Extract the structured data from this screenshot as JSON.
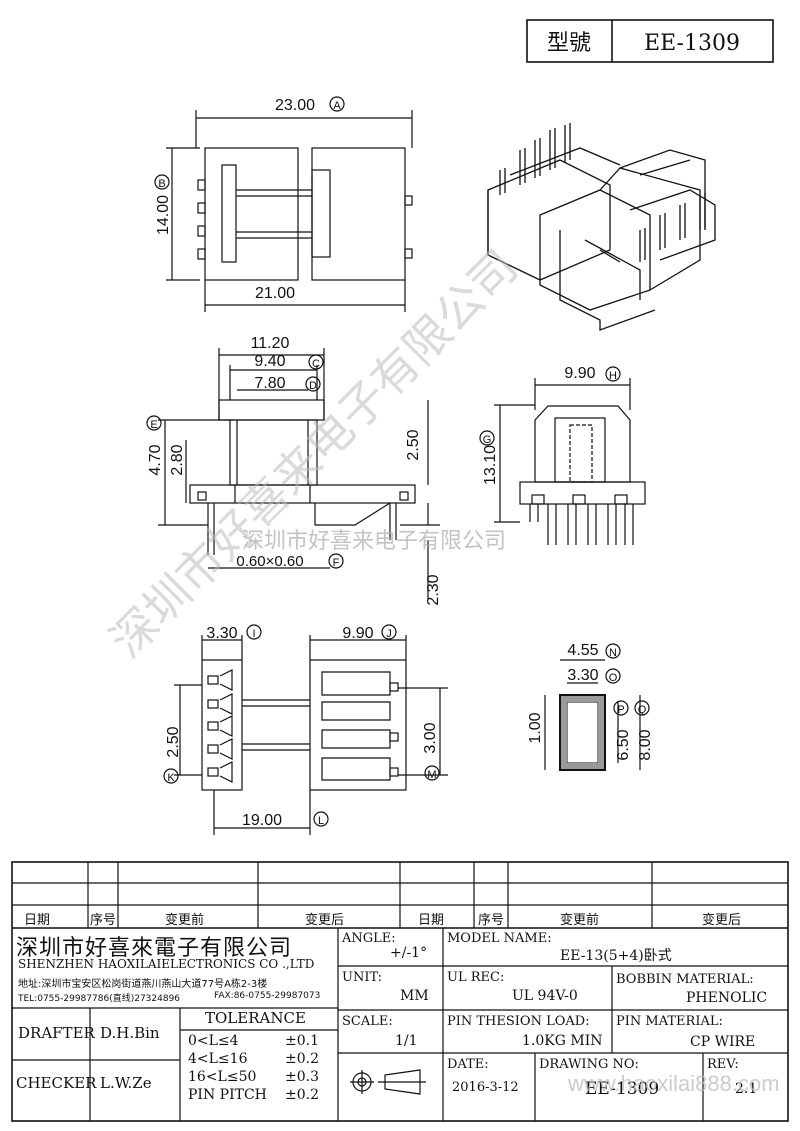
{
  "model_box": {
    "label": "型號",
    "value": "EE-1309"
  },
  "dims": {
    "A": "23.00",
    "A_tag": "A",
    "B": "14.00",
    "B_tag": "B",
    "w21": "21.00",
    "w1120": "11.20",
    "C": "9.40",
    "C_tag": "C",
    "D": "7.80",
    "D_tag": "D",
    "E": "4.70",
    "E_tag": "E",
    "h280": "2.80",
    "h250": "2.50",
    "F": "0.60×0.60",
    "F_tag": "F",
    "h230": "2.30",
    "H": "9.90",
    "H_tag": "H",
    "G": "13.10",
    "G_tag": "G",
    "I": "3.30",
    "I_tag": "I",
    "J": "9.90",
    "J_tag": "J",
    "K": "2.50",
    "K_tag": "K",
    "M": "3.00",
    "M_tag": "M",
    "L": "19.00",
    "L_tag": "L",
    "N": "4.55",
    "N_tag": "N",
    "O": "3.30",
    "O_tag": "O",
    "h100": "1.00",
    "P": "6.50",
    "P_tag": "P",
    "Q": "8.00",
    "Q_tag": "Q"
  },
  "watermark": {
    "diagonal": "深圳市好喜来电子有限公司",
    "horizontal": "深圳市好喜来电子有限公司",
    "url": "www.haoxilai888.com"
  },
  "revision_header": {
    "date": "日期",
    "no": "序号",
    "before": "变更前",
    "after": "变更后",
    "date2": "日期",
    "no2": "序号",
    "before2": "变更前",
    "after2": "变更后"
  },
  "company": {
    "name_cn": "深圳市好喜來電子有限公司",
    "name_en": "SHENZHEN HAOXILAIELECTRONICS CO .,LTD",
    "address": "地址:深圳市宝安区松岗街道燕川燕山大道77号A栋2-3楼",
    "tel": "TEL:0755-29987786(直线)27324896",
    "fax": "FAX:86-0755-29987073"
  },
  "title_block": {
    "angle_label": "ANGLE:",
    "angle_value": "+/-1°",
    "model_label": "MODEL NAME:",
    "model_value": "EE-13(5+4)卧式",
    "unit_label": "UNIT:",
    "unit_value": "MM",
    "ul_label": "UL REC:",
    "ul_value": "UL 94V-0",
    "bobbin_label": "BOBBIN MATERIAL:",
    "bobbin_value": "PHENOLIC",
    "drafter_label": "DRAFTER",
    "drafter_value": "D.H.Bin",
    "tolerance_title": "TOLERANCE",
    "tol_rows": [
      {
        "range": "0<L≤4",
        "tol": "±0.1"
      },
      {
        "range": "4<L≤16",
        "tol": "±0.2"
      },
      {
        "range": "16<L≤50",
        "tol": "±0.3"
      },
      {
        "range": "PIN PITCH",
        "tol": "±0.2"
      }
    ],
    "scale_label": "SCALE:",
    "scale_value": "1/1",
    "pin_load_label": "PIN THESION LOAD:",
    "pin_load_value": "1.0KG MIN",
    "pin_mat_label": "PIN MATERIAL:",
    "pin_mat_value": "CP  WIRE",
    "checker_label": "CHECKER",
    "checker_value": "L.W.Ze",
    "date_label": "DATE:",
    "date_value": "2016-3-12",
    "drawing_label": "DRAWING NO:",
    "drawing_value": "EE-1309",
    "rev_label": "REV:",
    "rev_value": "2.1"
  }
}
